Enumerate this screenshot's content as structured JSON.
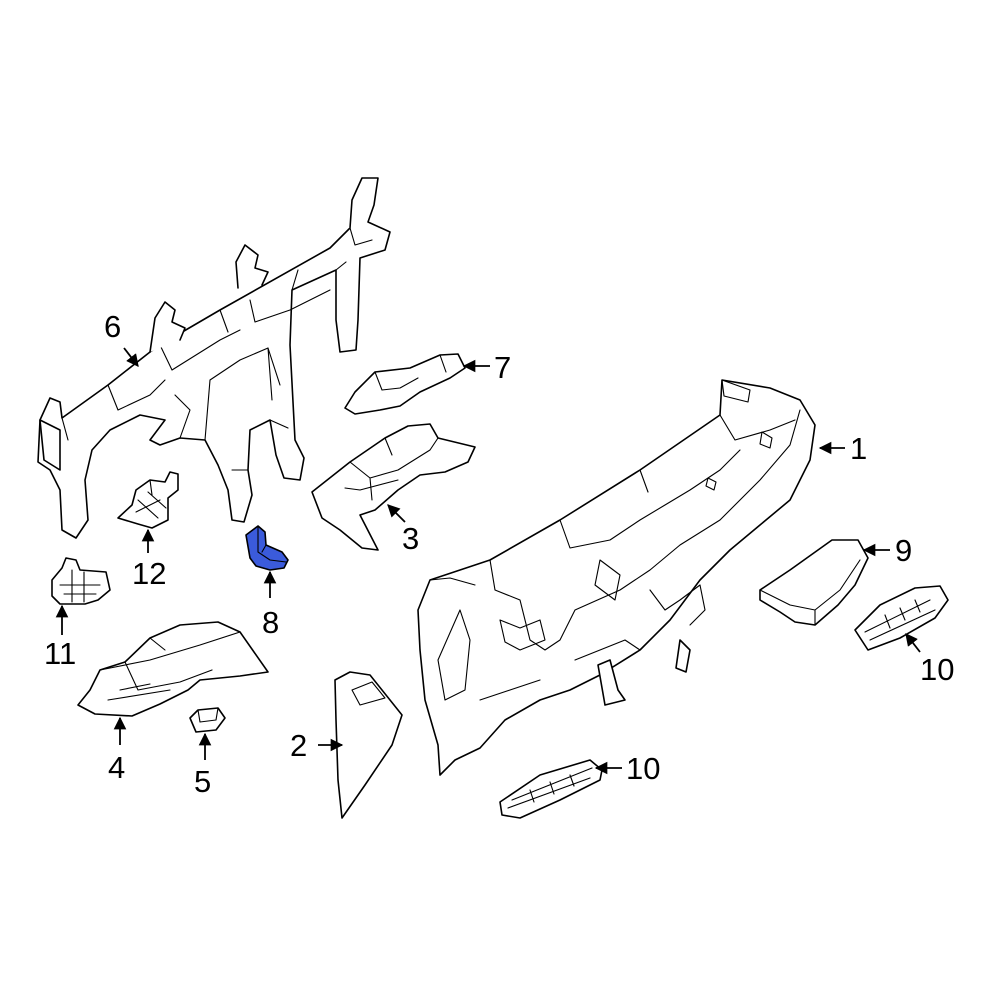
{
  "diagram": {
    "highlight_color": "#3b5bdb",
    "line_color": "#000000",
    "background": "#ffffff",
    "highlighted_part": "8",
    "callouts": [
      {
        "id": "c1",
        "label": "1"
      },
      {
        "id": "c2",
        "label": "2"
      },
      {
        "id": "c3",
        "label": "3"
      },
      {
        "id": "c4",
        "label": "4"
      },
      {
        "id": "c5",
        "label": "5"
      },
      {
        "id": "c6",
        "label": "6"
      },
      {
        "id": "c7",
        "label": "7"
      },
      {
        "id": "c8",
        "label": "8"
      },
      {
        "id": "c9",
        "label": "9"
      },
      {
        "id": "c10a",
        "label": "10"
      },
      {
        "id": "c10b",
        "label": "10"
      },
      {
        "id": "c11",
        "label": "11"
      },
      {
        "id": "c12",
        "label": "12"
      }
    ]
  }
}
